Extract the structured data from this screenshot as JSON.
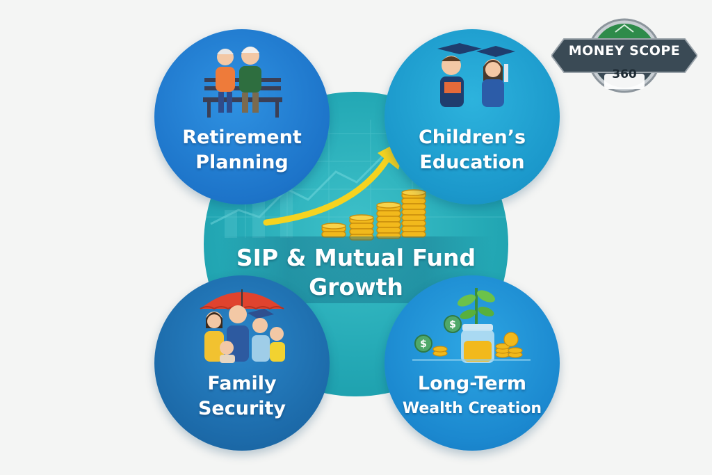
{
  "center": {
    "title_line1": "SIP & Mutual Fund",
    "title_line2": "Growth"
  },
  "goals": [
    {
      "id": "retirement",
      "line1": "Retirement",
      "line2": "Planning"
    },
    {
      "id": "education",
      "line1": "Children’s",
      "line2": "Education"
    },
    {
      "id": "family",
      "line1": "Family",
      "line2": "Security"
    },
    {
      "id": "wealth",
      "line1": "Long-Term",
      "line2": "Wealth Creation"
    }
  ],
  "logo": {
    "main": "MONEY SCOPE",
    "number": "360"
  },
  "colors": {
    "center": "#25aab6",
    "retirement": "#1d74c9",
    "education": "#1b98cb",
    "family": "#1c6aa9",
    "wealth": "#1b88cf",
    "arrow": "#f5d320",
    "coin": "#f2b91c",
    "logo_green": "#2e8b4a",
    "logo_dark": "#3a4a55"
  }
}
